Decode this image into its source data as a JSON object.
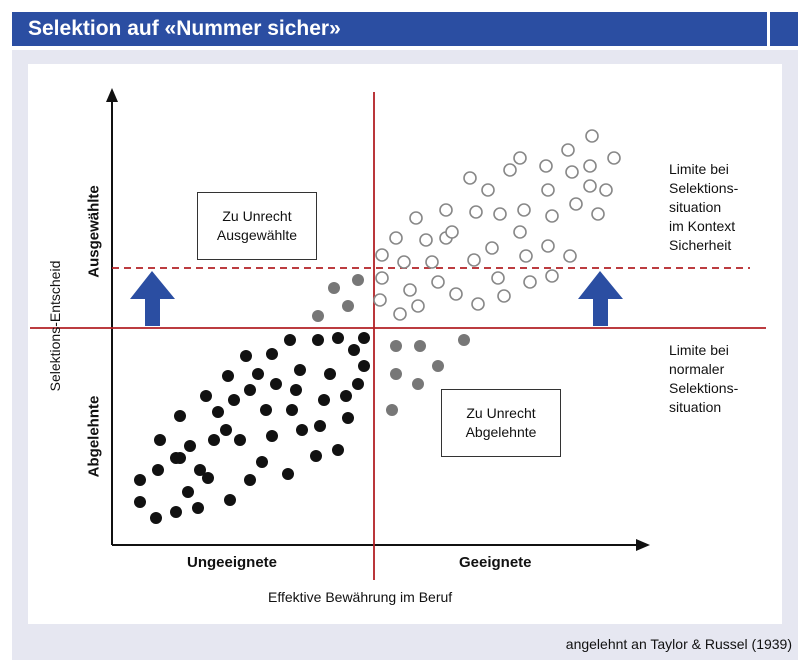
{
  "header": {
    "title": "Selektion auf «Nummer sicher»"
  },
  "boxes": {
    "wrongly_selected": "Zu Unrecht\nAusgewählte",
    "wrongly_rejected": "Zu Unrecht\nAbgelehnte"
  },
  "limits": {
    "security_context": "Limite bei\nSelektions-\nsituation\nim Kontext\nSicherheit",
    "normal": "Limite bei\nnormaler\nSelektions-\nsituation"
  },
  "axes": {
    "x_title": "Effektive Bewährung im Beruf",
    "x_left": "Ungeeignete",
    "x_right": "Geeignete",
    "y_title": "Selektions-Entscheid",
    "y_top": "Ausgewählte",
    "y_bottom": "Abgelehnte"
  },
  "credit": "angelehnt an Taylor & Russel (1939)",
  "colors": {
    "brand_blue": "#2b4ea2",
    "panel_bg": "#e6e7f1",
    "limit_red": "#b22025",
    "rejected_dot": "#111111",
    "grey_dot": "#777777",
    "selected_ring": "#888888"
  },
  "icons": [
    "up-arrow-icon",
    "up-arrow-icon"
  ]
}
